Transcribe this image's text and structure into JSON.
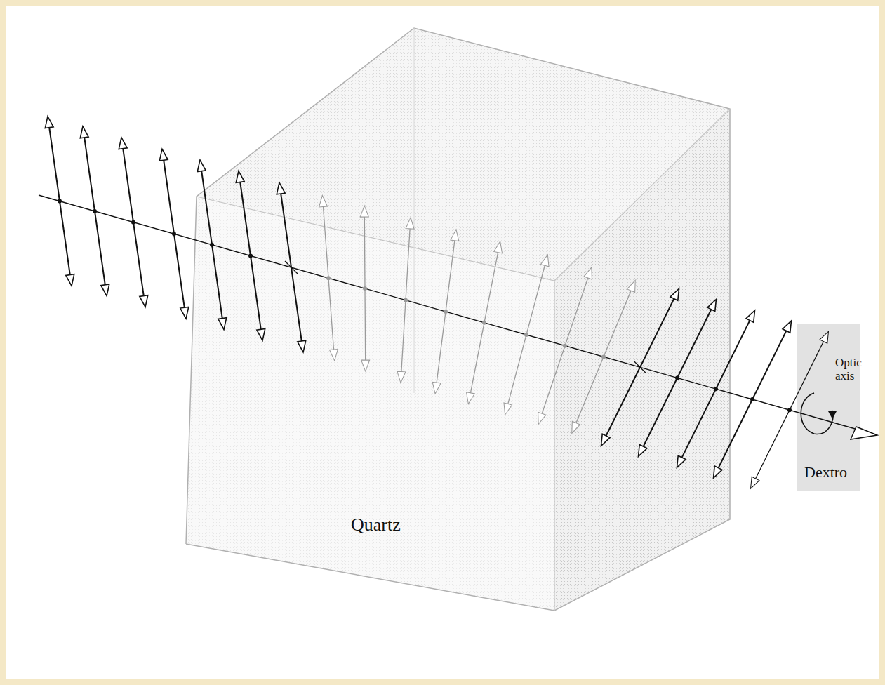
{
  "diagram": {
    "labels": [
      "Quartz",
      "Optic axis",
      "Dextro"
    ]
  }
}
